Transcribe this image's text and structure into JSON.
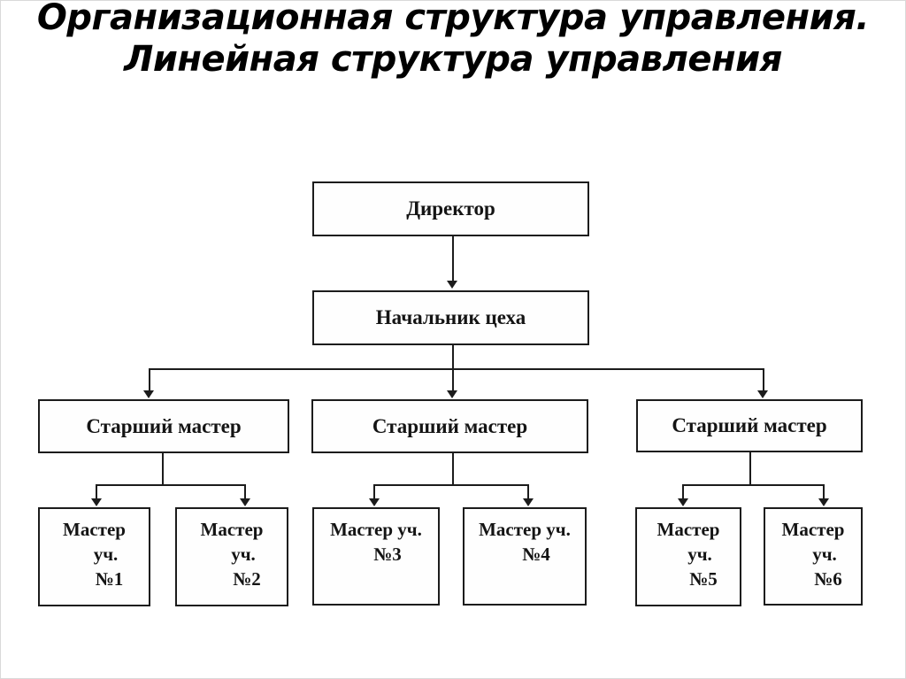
{
  "title": {
    "line1": "Организационная структура управления.",
    "line2": "Линейная структура управления"
  },
  "colors": {
    "ink": "#1c1c1c",
    "background": "#ffffff"
  },
  "org_chart": {
    "nodes": {
      "director": {
        "label": "Директор"
      },
      "shop_head": {
        "label": "Начальник цеха"
      },
      "senior_masters": [
        {
          "label": "Старший мастер"
        },
        {
          "label": "Старший мастер"
        },
        {
          "label": "Старший мастер"
        }
      ],
      "masters": [
        {
          "line1": "Мастер",
          "line2": "уч.",
          "line3": "№1"
        },
        {
          "line1": "Мастер",
          "line2": "уч.",
          "line3": "№2"
        },
        {
          "line1": "Мастер уч.",
          "line2": "№3"
        },
        {
          "line1": "Мастер уч.",
          "line2": "№4"
        },
        {
          "line1": "Мастер",
          "line2": "уч.",
          "line3": "№5"
        },
        {
          "line1": "Мастер",
          "line2": "уч.",
          "line3": "№6"
        }
      ]
    }
  }
}
